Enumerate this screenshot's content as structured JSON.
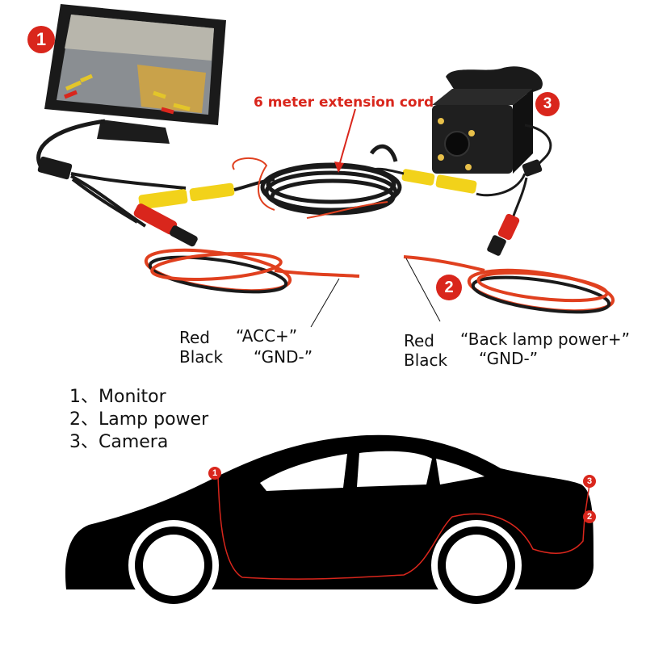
{
  "diagram": {
    "callout_title": "6 meter extension cord",
    "badges": [
      {
        "number": "1",
        "component": "Monitor"
      },
      {
        "number": "2",
        "component": "Lamp power"
      },
      {
        "number": "3",
        "component": "Camera"
      }
    ],
    "left_wire_labels": {
      "red_label": "Red",
      "black_label": "Black",
      "red_function": "“ACC+”",
      "black_function": "“GND-”"
    },
    "right_wire_labels": {
      "red_label": "Red",
      "black_label": "Black",
      "red_function": "“Back lamp power+”",
      "black_function": "“GND-”"
    },
    "legend": [
      {
        "index": "1、",
        "text": "Monitor"
      },
      {
        "index": "2、",
        "text": "Lamp power"
      },
      {
        "index": "3、",
        "text": "Camera"
      }
    ],
    "car_badges": [
      "1",
      "3",
      "2"
    ],
    "colors": {
      "badge_red": "#d9261c",
      "wire_red": "#e0401f",
      "connector_yellow": "#f2d21a",
      "car_silhouette": "#000000",
      "background": "#ffffff"
    }
  }
}
